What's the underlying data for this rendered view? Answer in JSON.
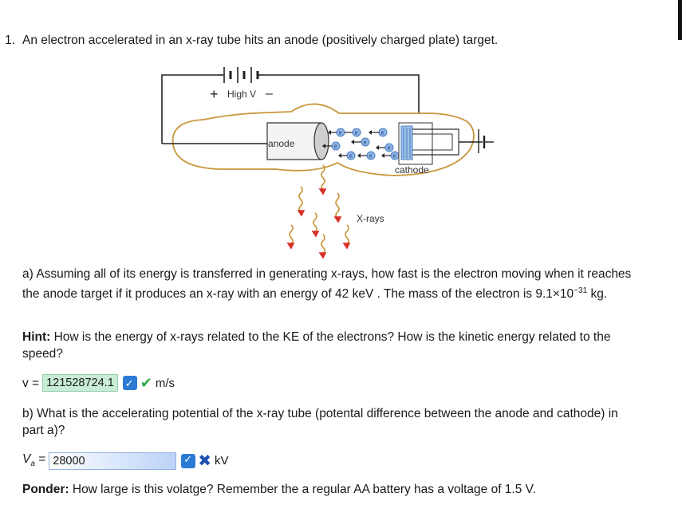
{
  "question": {
    "number": "1.",
    "title": "An electron accelerated in an x-ray tube hits an anode (positively charged plate) target."
  },
  "diagram": {
    "voltage_label": "High V",
    "plus_sign": "+",
    "minus_sign": "–",
    "anode_label": "anode",
    "cathode_label": "cathode",
    "xrays_label": "X-rays",
    "electron_symbol": "e"
  },
  "part_a": {
    "text_1": "a) Assuming all of its energy is transferred in generating x-rays, how fast is the electron moving when it reaches the anode target if it produces an x-ray with an energy of 42 keV . The mass of the electron is 9.1×10",
    "exponent": "−31",
    "text_2": " kg.",
    "hint_label": "Hint:",
    "hint_text": " How is the energy of x-rays related to the KE of the electrons? How is the kinetic energy related to the speed?",
    "answer_label": "v =",
    "answer_value": "121528724.1",
    "answer_status": "correct",
    "answer_unit": "m/s"
  },
  "part_b": {
    "text": "b) What is the accelerating potential of the x-ray tube (potental difference between the anode and cathode) in part a)?",
    "answer_label_main": "V",
    "answer_label_sub": "a",
    "answer_label_eq": " =",
    "answer_value": "28000",
    "answer_status": "incorrect",
    "answer_unit": "kV"
  },
  "ponder": {
    "label": "Ponder:",
    "text": " How large is this volatge? Remember the a regular AA battery has a voltage of 1.5 V."
  },
  "colors": {
    "tube_outline": "#c8963c",
    "wire": "#222222",
    "electron_blue": "#4a7fc4",
    "xray_red": "#d8302a",
    "correct_green": "#2ea84a",
    "incorrect_blue": "#1f4fb3"
  }
}
